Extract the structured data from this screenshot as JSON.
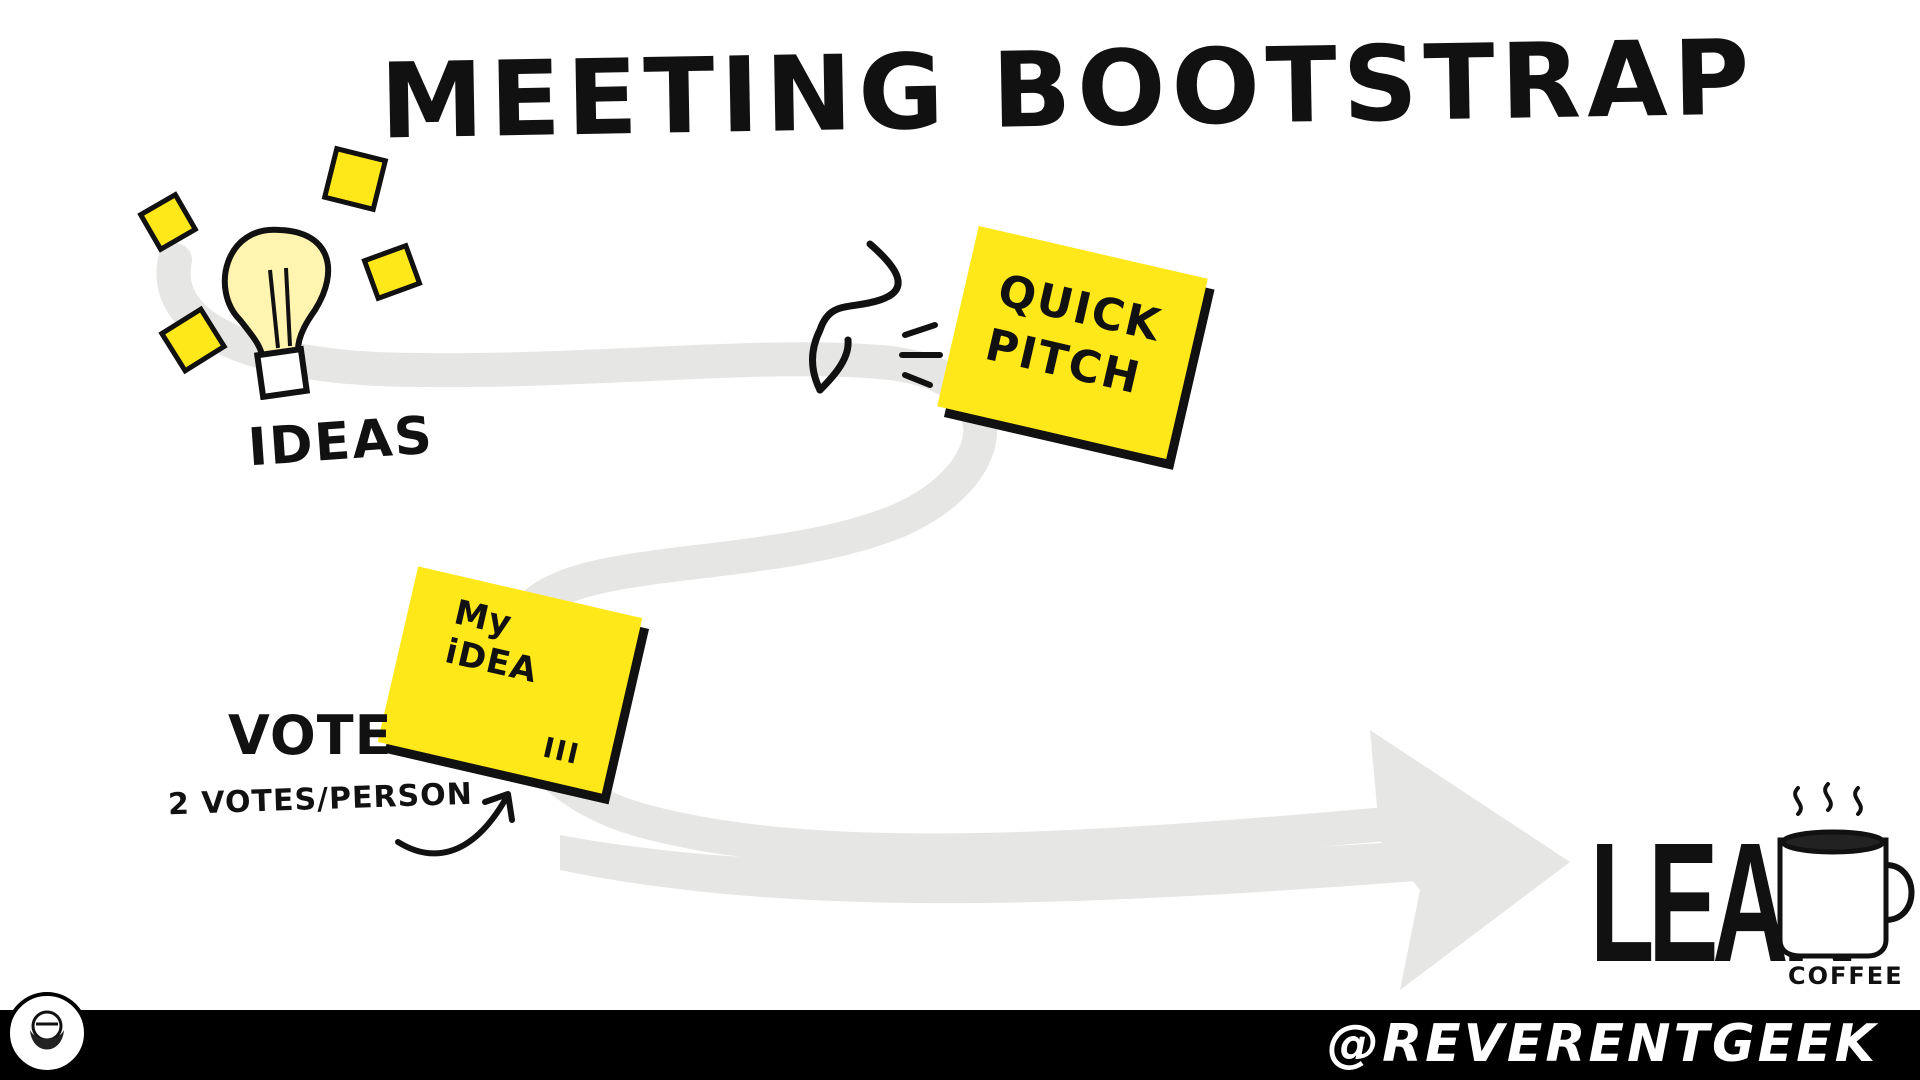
{
  "title": "MEETiNG BOOTSTRAP",
  "steps": {
    "ideas_label": "iDEAS",
    "pitch_note": "Quick\nPitch",
    "idea_note": "My\niDEA",
    "idea_tally": "III",
    "vote_label": "VOTE",
    "vote_subtitle": "2 VOTES/PERSON"
  },
  "logo": {
    "word": "LEAN",
    "sub": "COFFEE"
  },
  "footer": {
    "handle": "@REVERENTGEEK"
  },
  "colors": {
    "sticky": "#ffe81a",
    "path": "#e6e6e4",
    "ink": "#111111",
    "footer_bg": "#000000",
    "bulb": "#fff4b0"
  },
  "icons": [
    "lightbulb-icon",
    "megaphone-icon",
    "arrow-icon",
    "coffee-mug-icon",
    "avatar-icon"
  ]
}
